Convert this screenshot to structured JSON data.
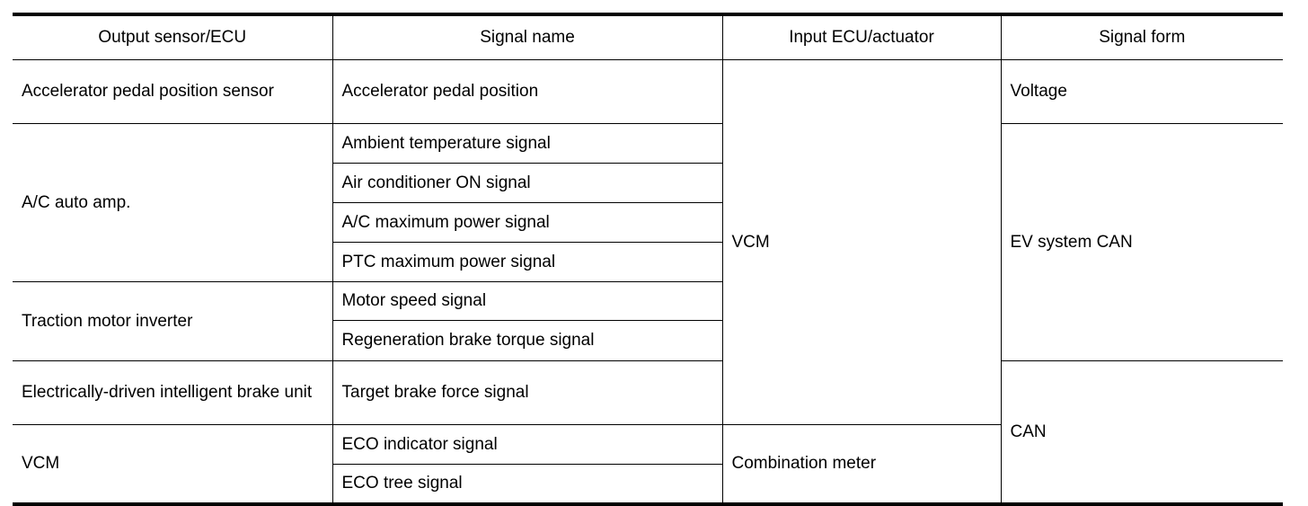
{
  "table": {
    "headers": [
      "Output sensor/ECU",
      "Signal name",
      "Input ECU/actuator",
      "Signal form"
    ],
    "sensors": [
      "Accelerator pedal position sensor",
      "A/C auto amp.",
      "Traction motor inverter",
      "Electrically-driven intelligent brake unit",
      "VCM"
    ],
    "signals": [
      "Accelerator pedal position",
      "Ambient temperature signal",
      "Air conditioner ON signal",
      "A/C maximum power signal",
      "PTC maximum power signal",
      "Motor speed signal",
      "Regeneration brake torque signal",
      "Target brake force signal",
      "ECO indicator signal",
      "ECO tree signal"
    ],
    "inputs": [
      "VCM",
      "Combination meter"
    ],
    "forms": [
      "Voltage",
      "EV system CAN",
      "CAN"
    ]
  }
}
